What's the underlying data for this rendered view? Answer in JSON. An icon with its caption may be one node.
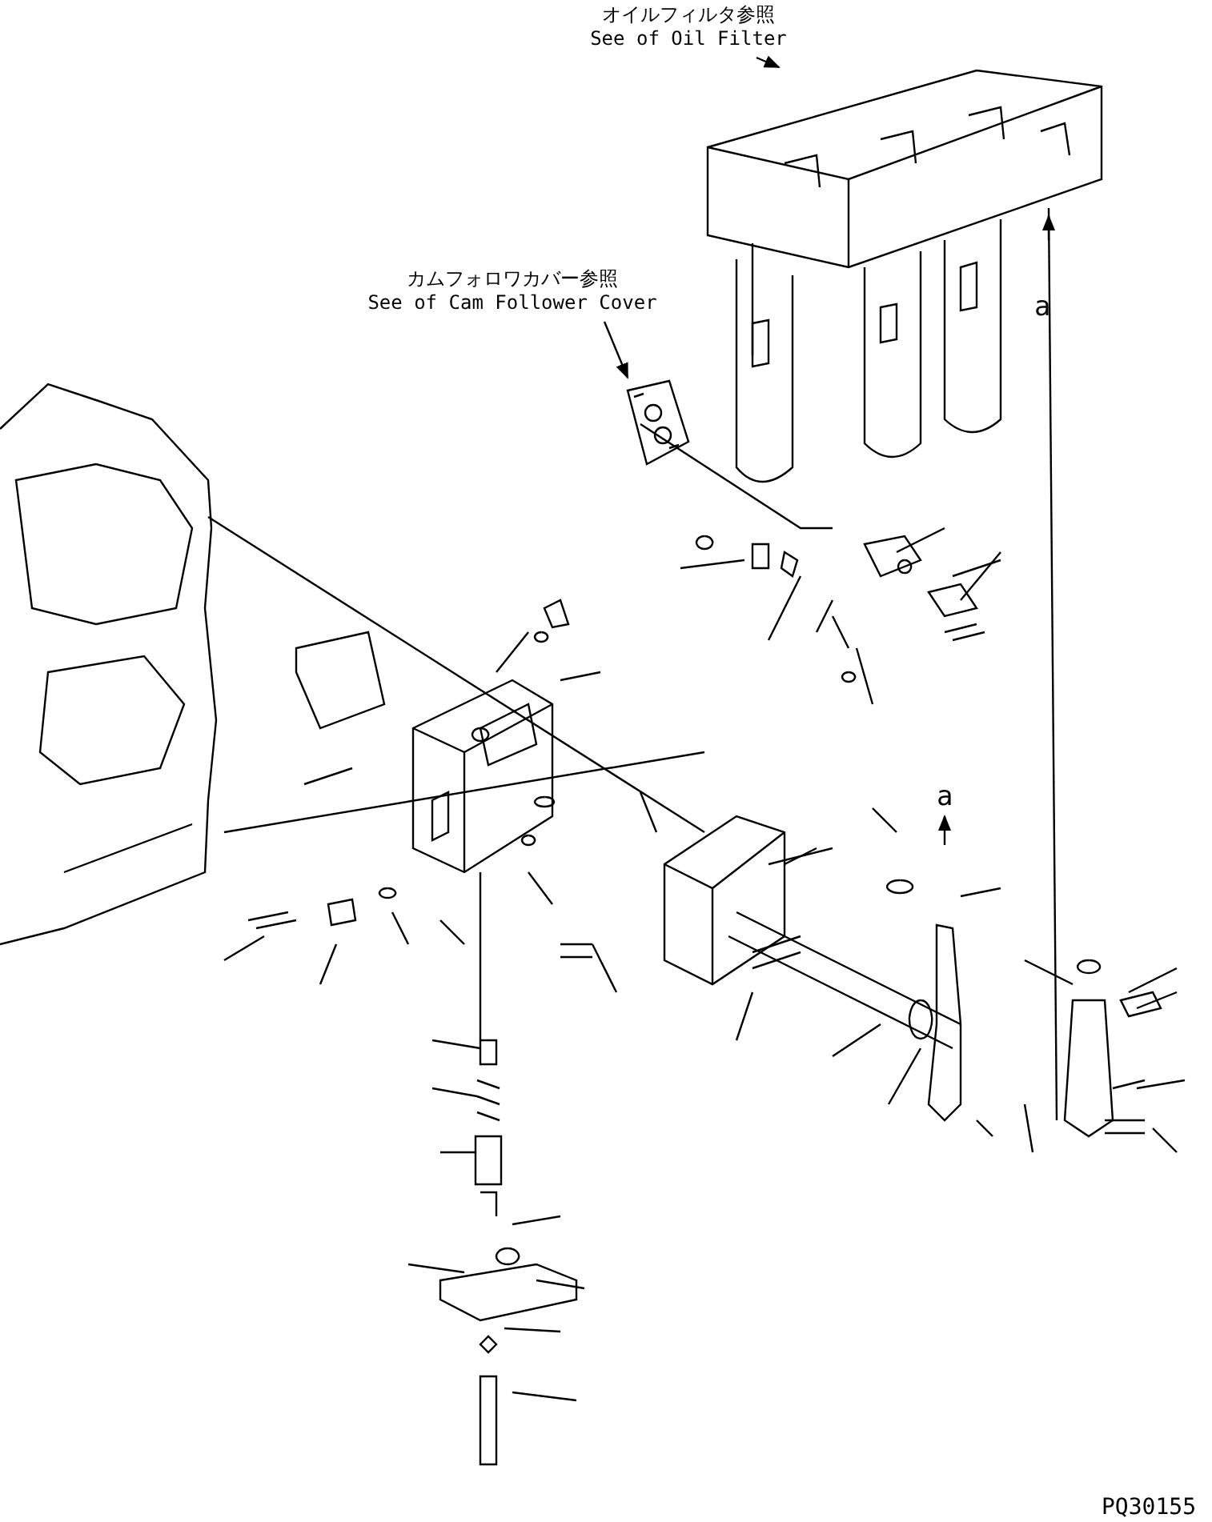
{
  "diagram": {
    "nodes": [
      {
        "text": [
          "オイルフィルタ参照",
          "See of Oil Filter"
        ]
      },
      {
        "text": [],
        "shape": "picture"
      },
      {
        "text": [
          "カムフォロワカバー参照",
          "See of Cam Follower Cover"
        ]
      },
      {
        "text": [],
        "shape": "picture"
      }
    ],
    "edges": [
      {
        "from": 0,
        "to": 1,
        "arrow": "to"
      },
      {
        "from": 2,
        "to": 3,
        "arrow": "to"
      }
    ],
    "labels": [
      "a",
      "a",
      "PQ30155"
    ]
  }
}
